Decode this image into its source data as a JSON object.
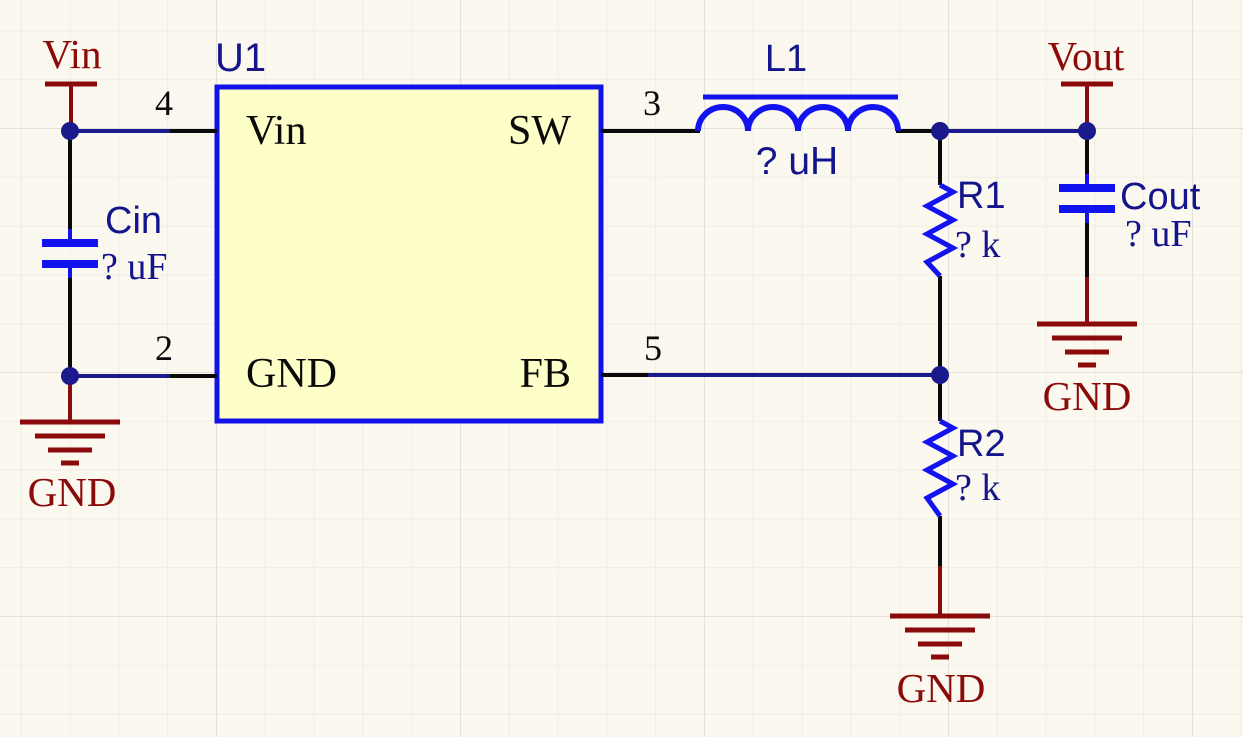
{
  "ic": {
    "designator": "U1",
    "pins": [
      {
        "name": "Vin",
        "number": "4"
      },
      {
        "name": "SW",
        "number": "3"
      },
      {
        "name": "GND",
        "number": "2"
      },
      {
        "name": "FB",
        "number": "5"
      }
    ]
  },
  "inductor": {
    "designator": "L1",
    "value": "? uH"
  },
  "input_cap": {
    "designator": "Cin",
    "value": "? uF"
  },
  "output_cap": {
    "designator": "Cout",
    "value": "? uF"
  },
  "resistor_top": {
    "designator": "R1",
    "value": "? k"
  },
  "resistor_bottom": {
    "designator": "R2",
    "value": "? k"
  },
  "power_ports": {
    "vin": "Vin",
    "vout": "Vout",
    "gnd": "GND"
  },
  "colors": {
    "wire_navy": "#1A1A8C",
    "symbol_blue": "#1313F0",
    "ic_border": "#1212E8",
    "ic_fill": "#FEFEC8",
    "power_red": "#8B0A0A",
    "pin_black": "#0A0A0A",
    "text_navy": "#14148C",
    "background": "#FBF8F0"
  }
}
